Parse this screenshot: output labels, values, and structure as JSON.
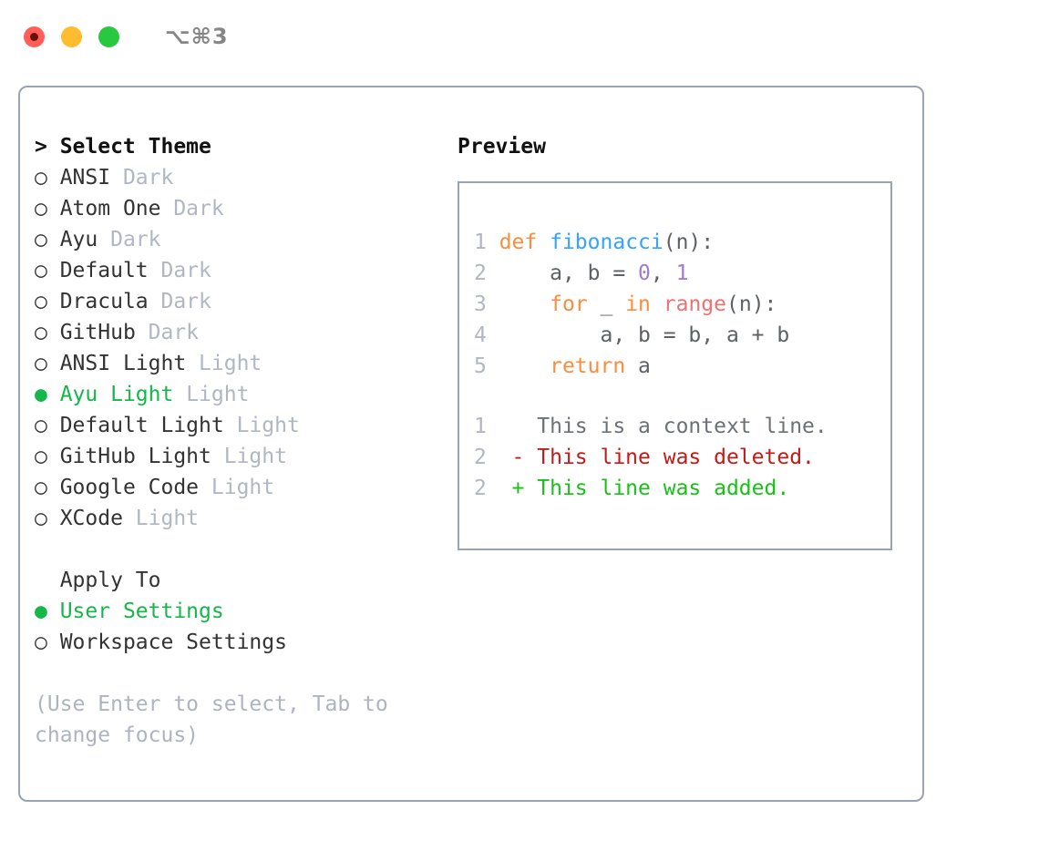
{
  "titlebar": {
    "dots": [
      {
        "name": "close-button",
        "color": "#ff5f57"
      },
      {
        "name": "minimize-button",
        "color": "#febc2e"
      },
      {
        "name": "zoom-button",
        "color": "#28c840"
      }
    ],
    "shortcut": "⌥⌘3"
  },
  "theme_panel": {
    "heading": "> Select Theme",
    "options": [
      {
        "marker": "○",
        "name": "ANSI",
        "kind": "Dark",
        "selected": false
      },
      {
        "marker": "○",
        "name": "Atom One",
        "kind": "Dark",
        "selected": false
      },
      {
        "marker": "○",
        "name": "Ayu",
        "kind": "Dark",
        "selected": false
      },
      {
        "marker": "○",
        "name": "Default",
        "kind": "Dark",
        "selected": false
      },
      {
        "marker": "○",
        "name": "Dracula",
        "kind": "Dark",
        "selected": false
      },
      {
        "marker": "○",
        "name": "GitHub",
        "kind": "Dark",
        "selected": false
      },
      {
        "marker": "○",
        "name": "ANSI Light",
        "kind": "Light",
        "selected": false
      },
      {
        "marker": "●",
        "name": "Ayu Light",
        "kind": "Light",
        "selected": true
      },
      {
        "marker": "○",
        "name": "Default Light",
        "kind": "Light",
        "selected": false
      },
      {
        "marker": "○",
        "name": "GitHub Light",
        "kind": "Light",
        "selected": false
      },
      {
        "marker": "○",
        "name": "Google Code",
        "kind": "Light",
        "selected": false
      },
      {
        "marker": "○",
        "name": "XCode",
        "kind": "Light",
        "selected": false
      }
    ]
  },
  "apply_to": {
    "heading": "  Apply To",
    "options": [
      {
        "marker": "●",
        "name": "User Settings",
        "selected": true
      },
      {
        "marker": "○",
        "name": "Workspace Settings",
        "selected": false
      }
    ]
  },
  "hint": "(Use Enter to select, Tab to change focus)",
  "preview": {
    "title": "Preview",
    "code_lines": [
      {
        "num": "1",
        "tokens": [
          {
            "t": "def",
            "c": "kw"
          },
          {
            "t": " ",
            "c": "plain"
          },
          {
            "t": "fibonacci",
            "c": "fn"
          },
          {
            "t": "(n):",
            "c": "punct"
          }
        ]
      },
      {
        "num": "2",
        "tokens": [
          {
            "t": "    a, b = ",
            "c": "plain"
          },
          {
            "t": "0",
            "c": "num"
          },
          {
            "t": ", ",
            "c": "plain"
          },
          {
            "t": "1",
            "c": "num"
          }
        ]
      },
      {
        "num": "3",
        "tokens": [
          {
            "t": "    ",
            "c": "plain"
          },
          {
            "t": "for",
            "c": "kw"
          },
          {
            "t": " _ ",
            "c": "plain"
          },
          {
            "t": "in",
            "c": "kw"
          },
          {
            "t": " ",
            "c": "plain"
          },
          {
            "t": "range",
            "c": "builtin"
          },
          {
            "t": "(n):",
            "c": "punct"
          }
        ]
      },
      {
        "num": "4",
        "tokens": [
          {
            "t": "        a, b = b, a + b",
            "c": "plain"
          }
        ]
      },
      {
        "num": "5",
        "tokens": [
          {
            "t": "    ",
            "c": "plain"
          },
          {
            "t": "return",
            "c": "kw"
          },
          {
            "t": " a",
            "c": "plain"
          }
        ]
      }
    ],
    "diff_lines": [
      {
        "num": "1",
        "sign": " ",
        "text": "This is a context line.",
        "style": "context"
      },
      {
        "num": "2",
        "sign": "-",
        "text": "This line was deleted.",
        "style": "del"
      },
      {
        "num": "2",
        "sign": "+",
        "text": "This line was added.",
        "style": "add"
      }
    ]
  },
  "colors": {
    "accent_green": "#16b74a",
    "border": "#9aa3b3",
    "muted": "#b0b7c3",
    "keyword": "#fa8d3e",
    "function": "#36a3ff",
    "number": "#a37acc",
    "builtin": "#f07171",
    "diff_add": "#18c018",
    "diff_del": "#c41a16"
  }
}
